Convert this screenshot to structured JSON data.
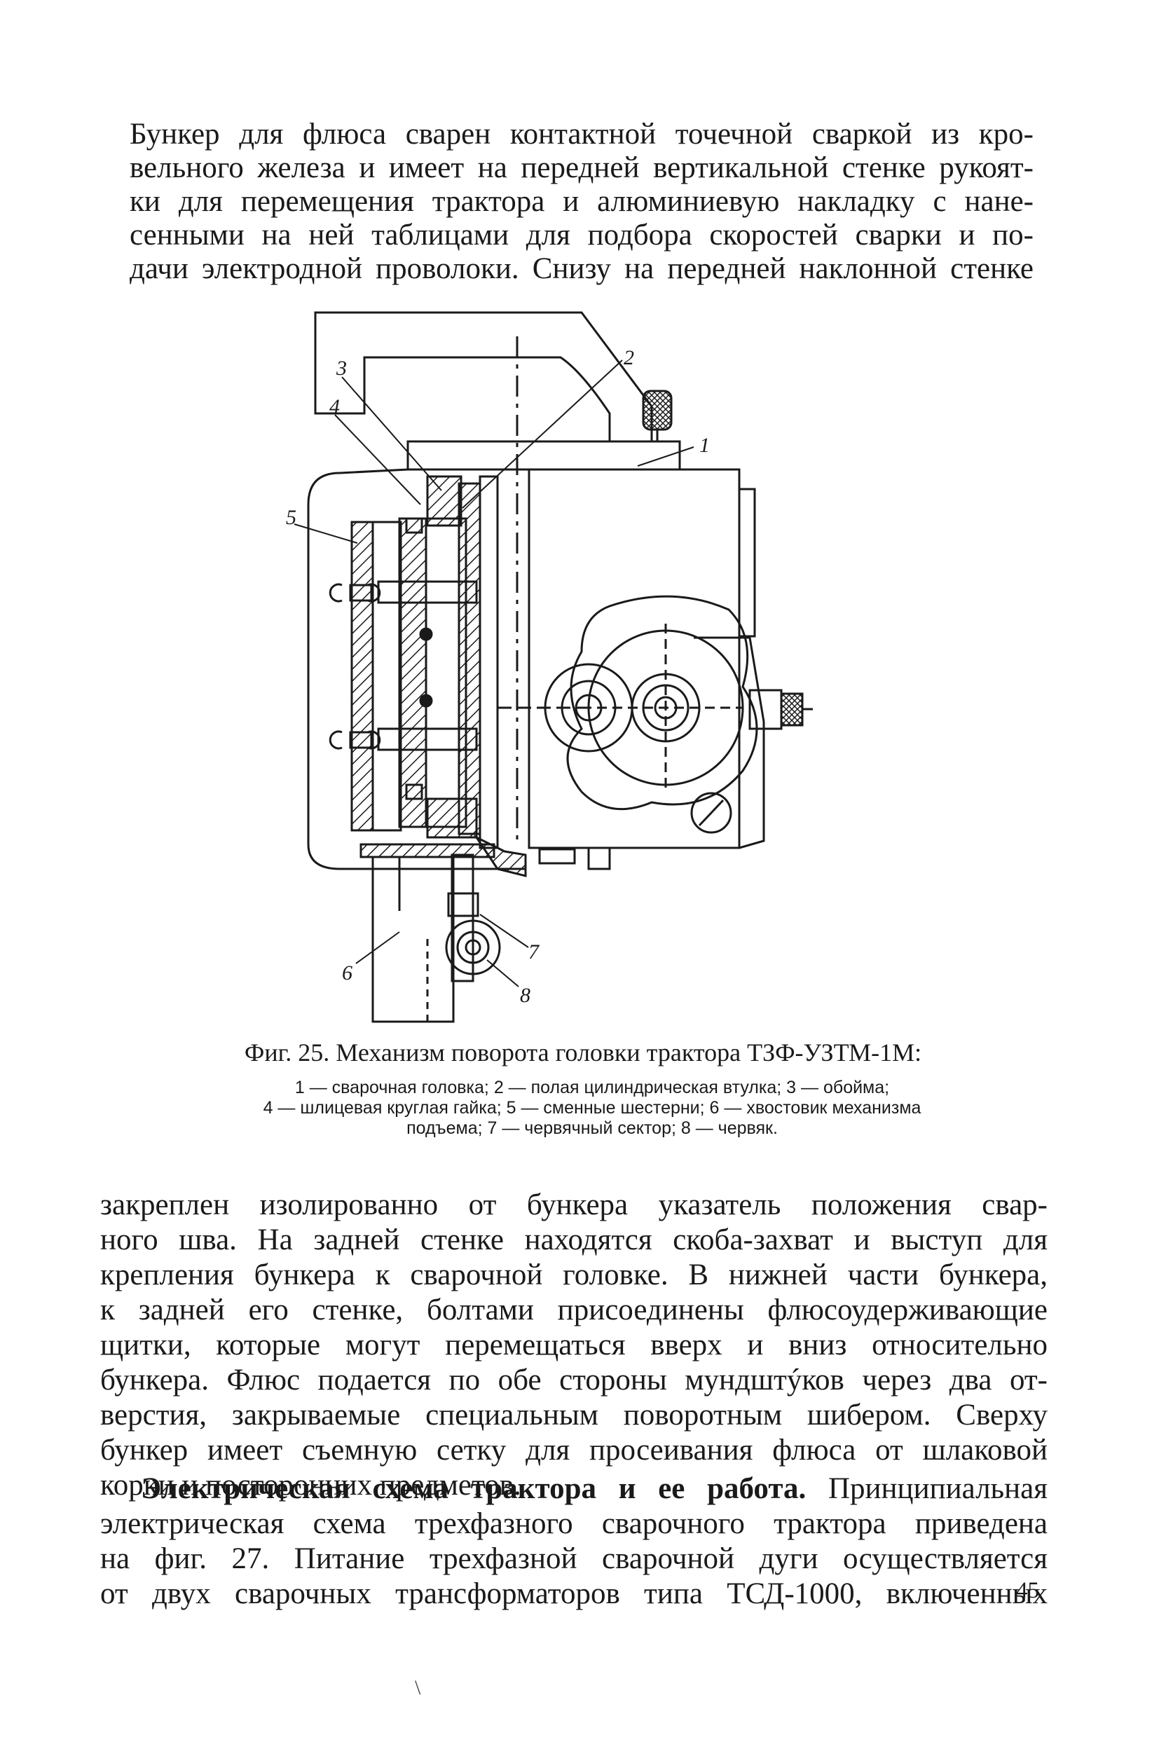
{
  "text_top": [
    "Бункер для флюса сварен контактной точечной сваркой из кро-",
    "вельного железа и имеет на передней вертикальной стенке рукоят-",
    "ки для перемещения трактора и алюминиевую накладку с нане-",
    "сенными на ней таблицами для подбора скоростей сварки и по-",
    "дачи электродной проволоки. Снизу на передней наклонной стенке"
  ],
  "figure": {
    "callouts": [
      "1",
      "2",
      "3",
      "4",
      "5",
      "6",
      "7",
      "8"
    ],
    "caption": "Фиг. 25. Механизм поворота головки трактора ТЗФ-УЗТМ-1М:",
    "legend": [
      "1 — сварочная головка; 2 — полая цилиндрическая втулка; 3 — обойма;",
      "4 — шлицевая круглая гайка; 5 — сменные шестерни; 6 — хвостовик механизма",
      "подъема; 7 — червячный сектор; 8 — червяк."
    ]
  },
  "text_mid": [
    "закреплен изолированно от бункера указатель положения свар-",
    "ного шва. На задней стенке находятся скоба-захват и выступ для",
    "крепления бункера к сварочной головке. В нижней части бункера,",
    "к задней его стенке, болтами присоединены флюсоудерживающие",
    "щитки, которые могут перемещаться вверх и вниз относительно",
    "бункера. Флюс подается по обе стороны мундштýков через два от-",
    "верстия, закрываемые специальным поворотным шибером. Сверху",
    "бункер имеет съемную сетку для просеивания флюса от шлаковой",
    "корки и посторонних предметов."
  ],
  "section": {
    "heading": "Электрическая схема трактора и ее работа.",
    "first_line_rest": "Принципиальная",
    "lines": [
      "электрическая схема трехфазного сварочного трактора приведена",
      "на фиг. 27. Питание трехфазной сварочной дуги осуществляется",
      "от двух сварочных трансформаторов типа ТСД-1000, включенных"
    ]
  },
  "page_number": "45",
  "bottom_mark": "\\"
}
